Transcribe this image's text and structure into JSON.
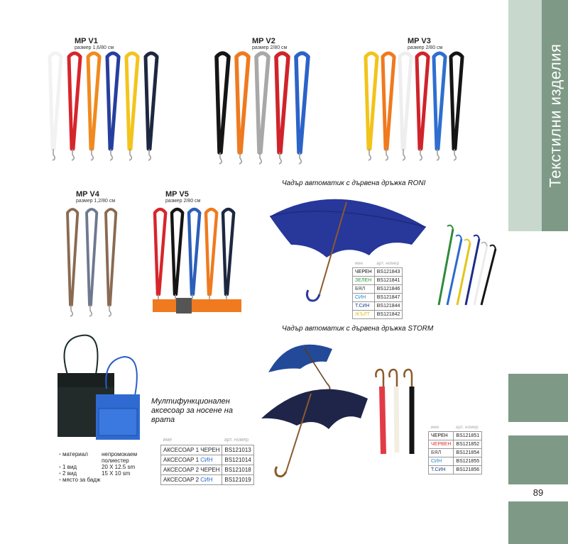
{
  "sidebar": {
    "title": "Текстилни изделия",
    "page_number": "89"
  },
  "lanyards": [
    {
      "id": "v1",
      "title": "MP V1",
      "size": "размер 1,6/80 см",
      "colors": [
        "#f2f2f2",
        "#d6262b",
        "#f08a1f",
        "#263f9e",
        "#f3c41b",
        "#1d2840"
      ]
    },
    {
      "id": "v2",
      "title": "MP V2",
      "size": "размер 2/80 см",
      "colors": [
        "#151515",
        "#ef7a1f",
        "#a8a8a8",
        "#d0232b",
        "#2b63c8"
      ]
    },
    {
      "id": "v3",
      "title": "MP V3",
      "size": "размер 2/80 см",
      "colors": [
        "#f2c319",
        "#ef7a1f",
        "#eeeeee",
        "#d0232b",
        "#2e6fd0",
        "#151515"
      ]
    },
    {
      "id": "v4",
      "title": "MP V4",
      "size": "размер 1,2/80 см",
      "colors": [
        "#8a6a52",
        "#6e7890",
        "#8a6a52"
      ]
    },
    {
      "id": "v5",
      "title": "MP V5",
      "size": "размер 2/80 см",
      "colors": [
        "#d6262b",
        "#151515",
        "#2b5fb8",
        "#ef7a1f",
        "#1d2840"
      ]
    }
  ],
  "umbrella_roni": {
    "title": "Чадър автоматик с дървена дръжка RONI",
    "header": {
      "name": "име",
      "code": "арт. номер"
    },
    "rows": [
      {
        "name": "ЧЕРЕН",
        "code": "BS121843",
        "cls": "c-black"
      },
      {
        "name": "ЗЕЛЕН",
        "code": "BS121841",
        "cls": "c-green"
      },
      {
        "name": "БЯЛ",
        "code": "BS121846",
        "cls": "c-white"
      },
      {
        "name": "СИН",
        "code": "BS121847",
        "cls": "c-blue"
      },
      {
        "name": "Т.СИН",
        "code": "BS121844",
        "cls": "c-navy"
      },
      {
        "name": "ЖЪЛТ",
        "code": "BS121842",
        "cls": "c-yellow"
      }
    ]
  },
  "umbrella_storm": {
    "title": "Чадър автоматик с дървена дръжка STORM",
    "header": {
      "name": "име",
      "code": "арт. номер"
    },
    "rows": [
      {
        "name": "ЧЕРЕН",
        "code": "BS121851",
        "cls": "c-black"
      },
      {
        "name": "ЧЕРВЕН",
        "code": "BS121852",
        "cls": "c-red"
      },
      {
        "name": "БЯЛ",
        "code": "BS121854",
        "cls": "c-white"
      },
      {
        "name": "СИН",
        "code": "BS121855",
        "cls": "c-blue"
      },
      {
        "name": "Т.СИН",
        "code": "BS121856",
        "cls": "c-navy"
      }
    ]
  },
  "accessory": {
    "title_lines": [
      "Мултифункционален",
      "аксесоар за носене на",
      "врата"
    ],
    "specs": [
      {
        "key": "материал",
        "value": "непромокаем"
      },
      {
        "key": "",
        "value": "полиестер"
      },
      {
        "key": "1 вид",
        "value": "20 X 12.5 sm"
      },
      {
        "key": "2 вид",
        "value": "15 X 10 sm"
      },
      {
        "key": "място за бадж",
        "value": ""
      }
    ],
    "header": {
      "name": "име",
      "code": "арт. номер"
    },
    "rows": [
      {
        "prefix": "АКСЕСОАР 1",
        "color": "ЧЕРЕН",
        "blue": false,
        "code": "BS121013"
      },
      {
        "prefix": "АКСЕСОАР 1",
        "color": "СИН",
        "blue": true,
        "code": "BS121014"
      },
      {
        "prefix": "АКСЕСОАР 2",
        "color": "ЧЕРЕН",
        "blue": false,
        "code": "BS121018"
      },
      {
        "prefix": "АКСЕСОАР 2",
        "color": "СИН",
        "blue": true,
        "code": "BS121019"
      }
    ]
  }
}
